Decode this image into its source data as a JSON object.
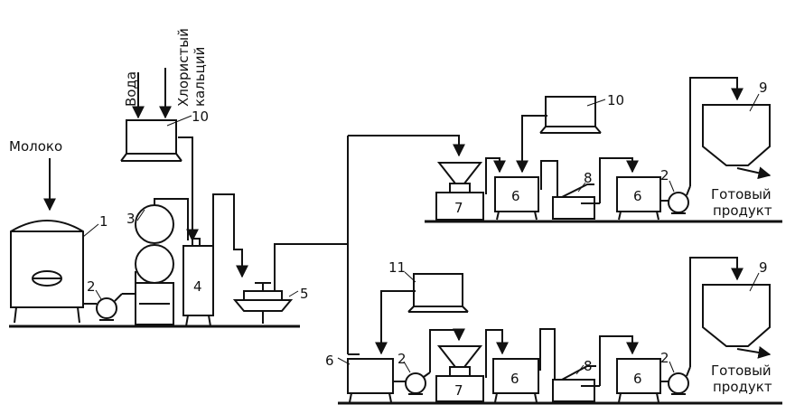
{
  "labels": {
    "milk": "Молоко",
    "water": "Вода",
    "calcium_line1": "Хлористый",
    "calcium_line2": "кальций",
    "product_line1": "Готовый",
    "product_line2": "продукт"
  },
  "numbers": {
    "n1": "1",
    "n2": "2",
    "n3": "3",
    "n4": "4",
    "n5": "5",
    "n6": "6",
    "n7": "7",
    "n8": "8",
    "n9": "9",
    "n10": "10",
    "n11": "11"
  }
}
